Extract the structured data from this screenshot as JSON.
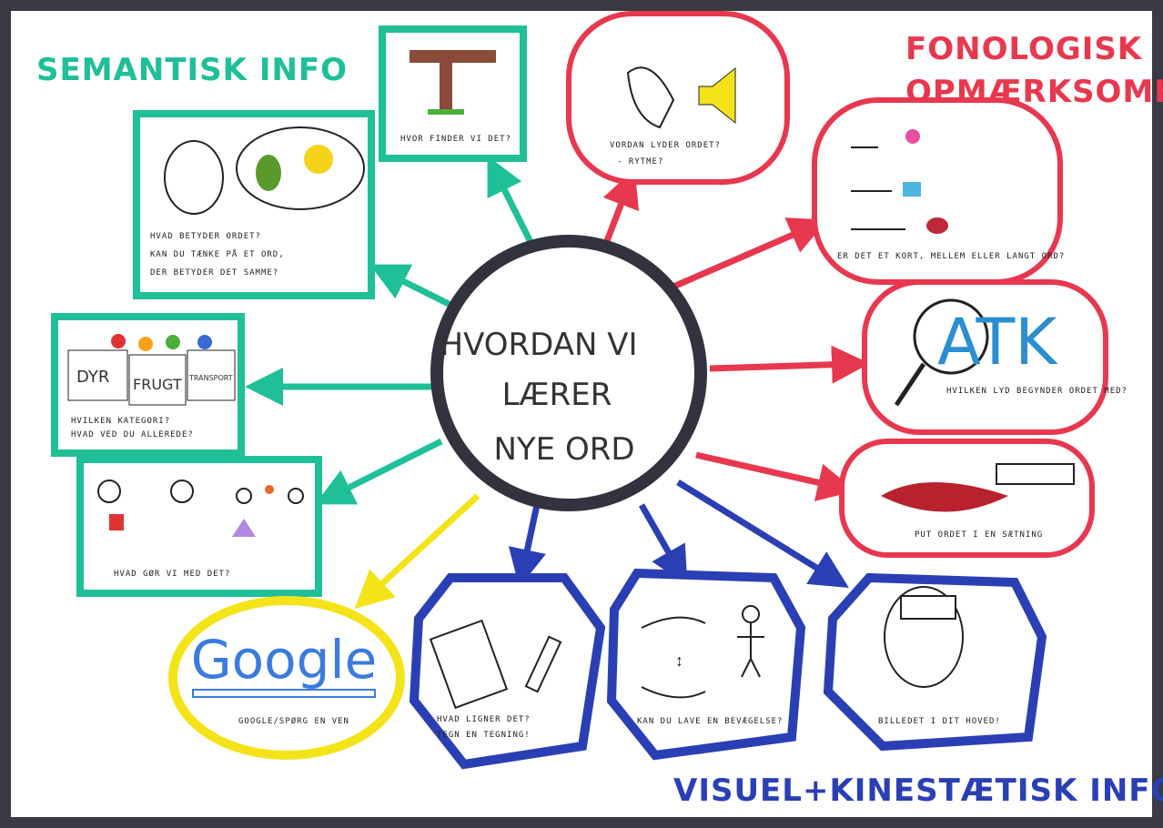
{
  "colors": {
    "semantic": "#1fbf98",
    "phonological": "#e8384f",
    "visual": "#2b3fb5",
    "google": "#f5e31a",
    "frame": "#3a3a44"
  },
  "titles": {
    "semantic": "SEMANTISK INFO",
    "phonological_1": "FONOLOGISK",
    "phonological_2": "OPMÆRKSOMHED",
    "visual": "VISUEL+KINESTÆTISK INFO"
  },
  "center": {
    "line1": "HVORDAN VI",
    "line2": "LÆRER",
    "line3": "NYE ORD"
  },
  "semantic": {
    "where": "HVOR FINDER VI DET?",
    "meaning": [
      "HVAD BETYDER ORDET?",
      "KAN DU TÆNKE PÅ ET ORD,",
      "DER BETYDER DET SAMME?"
    ],
    "boxes": [
      "DYR",
      "FRUGT",
      "TRANSPORT"
    ],
    "category": [
      "HVILKEN KATEGORI?",
      "HVAD VED DU ALLEREDE?"
    ],
    "action": "HVAD GØR VI MED DET?"
  },
  "google": {
    "logo": "Google",
    "caption": "GOOGLE/SPØRG EN VEN"
  },
  "phonological": {
    "sound": [
      "VORDAN LYDER ORDET?",
      "- RYTME?"
    ],
    "length": "ER DET ET KORT, MELLEM ELLER LANGT ORD?",
    "atk": "ATK",
    "first_sound": "HVILKEN LYD BEGYNDER ORDET MED?",
    "sentence": "PUT ORDET I EN SÆTNING"
  },
  "visual": {
    "draw": [
      "HVAD LIGNER DET?",
      "TEGN EN TEGNING!"
    ],
    "move": "KAN DU LAVE EN BEVÆGELSE?",
    "image": "BILLEDET I DIT HOVED!"
  }
}
